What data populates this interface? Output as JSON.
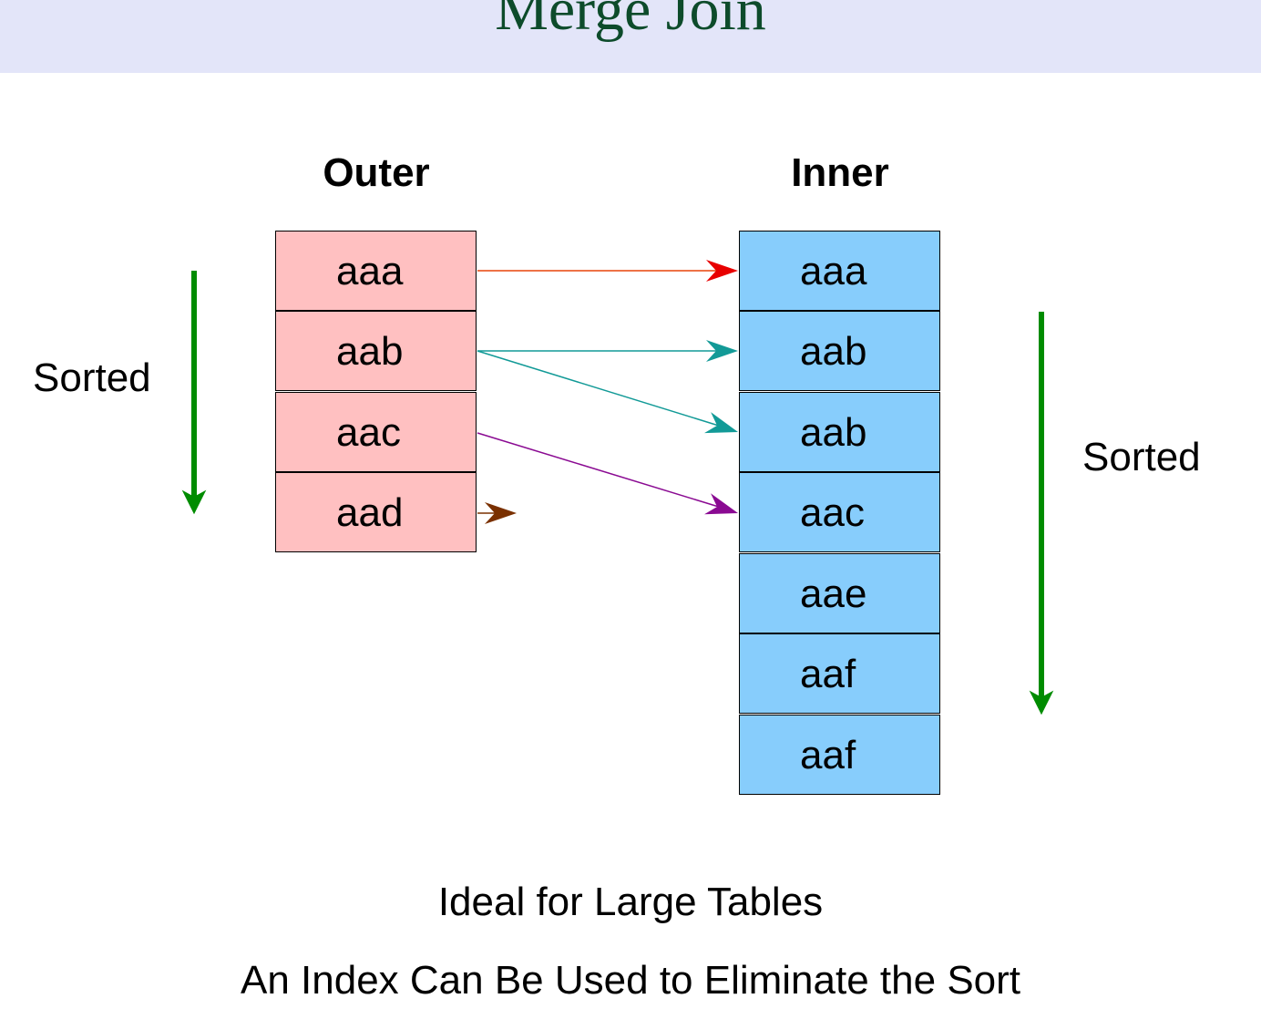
{
  "title": "Merge Join",
  "outer": {
    "heading": "Outer",
    "rows": [
      "aaa",
      "aab",
      "aac",
      "aad"
    ]
  },
  "inner": {
    "heading": "Inner",
    "rows": [
      "aaa",
      "aab",
      "aab",
      "aac",
      "aae",
      "aaf",
      "aaf"
    ]
  },
  "left_sorted_label": "Sorted",
  "right_sorted_label": "Sorted",
  "footer": {
    "line1": "Ideal for Large Tables",
    "line2": "An Index Can Be Used to Eliminate the Sort"
  },
  "colors": {
    "title_band": "#e3e5f9",
    "title_text": "#0d4b2b",
    "outer_fill": "#ffc0c1",
    "inner_fill": "#87cdfc",
    "sorted_arrow": "#008c00",
    "match_aaa": "#e80000",
    "match_aab": "#129a97",
    "match_aac": "#8a0a92",
    "no_match_aad": "#7a3000"
  }
}
